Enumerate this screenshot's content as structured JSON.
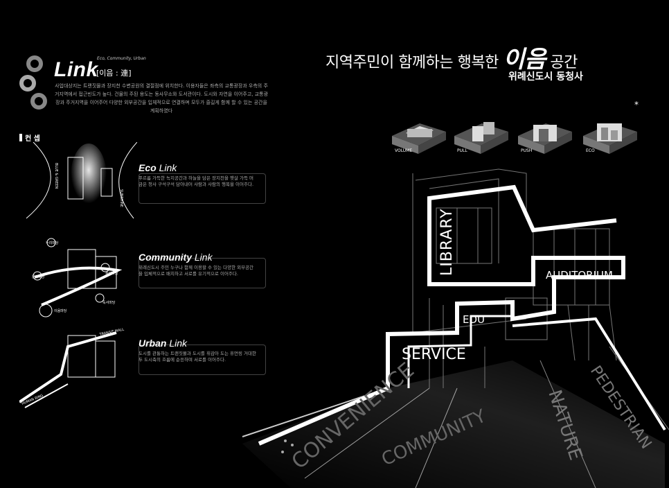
{
  "link_block": {
    "title": "Link",
    "subtitle": "Eco, Community, Urban",
    "bracket": "[이음 : 連]",
    "intro": "사업대상지는 트랜짓몰과 장지천 수변공원의 결절점에 위치한다. 이용자들은 좌측의 교통광장과 우측의 주거지역에서 접근빈도가 높다. 건물의 주된 용도는 동사무소와 도서관이다. 도시와 자연을 이어주고, 교통광장과 주거지역을 이어주어 다양한 외부공간을 입체적으로 연결하며 모두가 즐길게 함께 할 수 있는 공간을 계획하였다"
  },
  "concept_label": "컨 셉",
  "concepts": [
    {
      "title_bold": "Eco",
      "title_light": " Link",
      "desc": "푸르름 가득한 녹지공간과 하늘을 담은 장지천을 햇살 가득 머금은 청사 구석구석 담아내어 사람과 사람의 행복을 이어주다.",
      "tags": [
        "BLUE & GREEN",
        "SUNSHINE"
      ]
    },
    {
      "title_bold": "Community",
      "title_light": " Link",
      "desc": "위례신도시 주민 누구나 함께 이용할 수 있는 다양한 외부공간을 입체적으로 배치하고 서로를 유기적으로 이어주다.",
      "tags": [
        "누리마당",
        "문화마당",
        "참여마당",
        "독서마당",
        "이음마당"
      ]
    },
    {
      "title_bold": "Urban",
      "title_light": " Link",
      "desc": "도시를 관통하는 트랜짓몰과 도시를 휘감아 도는 휴먼링 거대한 두 도시축의 흐름에 순응하며 서로를 이어주다.",
      "tags": [
        "TRANSIT MALL",
        "HUMAN RING"
      ]
    }
  ],
  "headline": {
    "pre": "지역주민이 함께하는 행복한 ",
    "big": "이음",
    "post": " 공간",
    "sub": "위례신도시 동청사"
  },
  "steps": [
    "VOLUME",
    "PULL",
    "PUSH",
    "ECO"
  ],
  "star": "*",
  "building_labels": {
    "library": "LIBRARY",
    "auditorium": "AUDITORIUM",
    "edu": "EDU",
    "service": "SERVICE",
    "convenience": "CONVENIENCE",
    "community": "COMMUNITY",
    "nature": "NATURE",
    "pedestrian": "PEDESTRIAN"
  },
  "colors": {
    "background": "#000000",
    "line": "#ffffff",
    "muted": "#555555"
  }
}
